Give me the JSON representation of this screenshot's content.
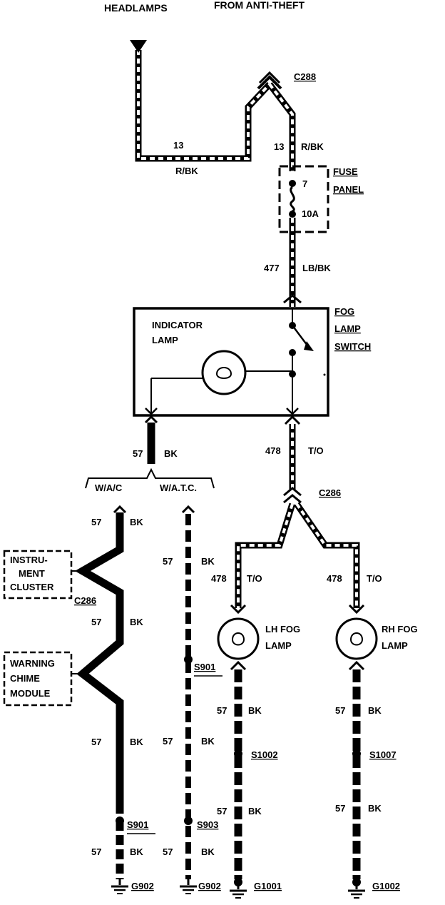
{
  "headers": {
    "left": "HEADLAMPS",
    "right": "FROM ANTI-THEFT"
  },
  "connectors": {
    "c288": "C288",
    "c286_top": "C286",
    "c286_left": "C286"
  },
  "fuse_panel": {
    "label_line1": "FUSE",
    "label_line2": "PANEL",
    "fuse_number": "7",
    "fuse_rating": "10A"
  },
  "fog_switch": {
    "label_line1": "FOG",
    "label_line2": "LAMP",
    "label_line3": "SWITCH",
    "indicator_line1": "INDICATOR",
    "indicator_line2": "LAMP"
  },
  "wires": {
    "headlamp": {
      "circuit": "13",
      "color": "R/BK"
    },
    "anti_theft": {
      "circuit": "13",
      "color": "R/BK"
    },
    "fuse_out": {
      "circuit": "477",
      "color": "LB/BK"
    },
    "switch_out": {
      "circuit": "478",
      "color": "T/O"
    },
    "ground": {
      "circuit": "57",
      "color": "BK"
    },
    "lh_feed": {
      "circuit": "478",
      "color": "T/O"
    },
    "rh_feed": {
      "circuit": "478",
      "color": "T/O"
    }
  },
  "options": {
    "wac": "W/A/C",
    "watc": "W/A.T.C."
  },
  "modules": {
    "instrument_cluster": [
      "INSTRU-",
      "MENT",
      "CLUSTER"
    ],
    "warning_chime": [
      "WARNING",
      "CHIME",
      "MODULE"
    ]
  },
  "lamps": {
    "lh": {
      "line1": "LH FOG",
      "line2": "LAMP"
    },
    "rh": {
      "line1": "RH FOG",
      "line2": "LAMP"
    }
  },
  "splices": {
    "s901_a": "S901",
    "s901_b": "S901",
    "s903": "S903",
    "s1002": "S1002",
    "s1007": "S1007"
  },
  "grounds": {
    "g902_a": "G902",
    "g902_b": "G902",
    "g1001": "G1001",
    "g1002": "G1002"
  },
  "colors": {
    "ink": "#000000",
    "paper": "#ffffff"
  }
}
